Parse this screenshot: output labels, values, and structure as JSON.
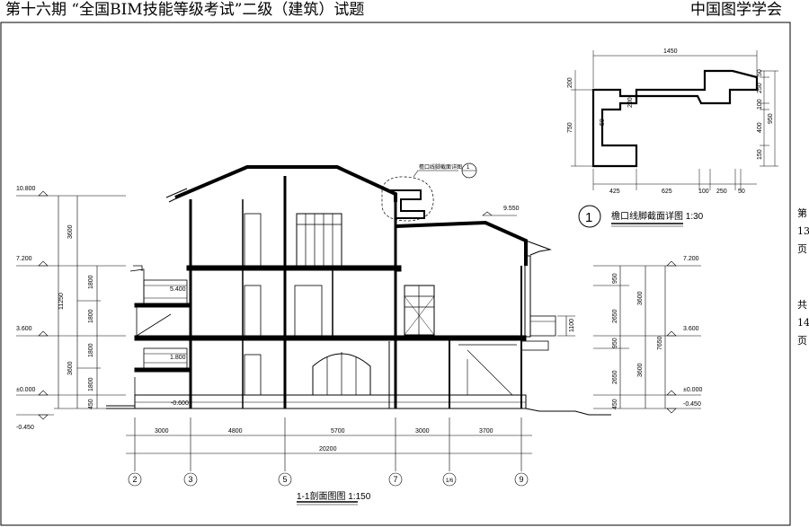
{
  "header": {
    "title": "第十六期 “全国BIM技能等级考试”二级（建筑）试题",
    "org": "中国图学学会"
  },
  "page_side": {
    "current": [
      "第",
      "13",
      "页"
    ],
    "total": [
      "共",
      "14",
      "页"
    ]
  },
  "elevations_left": [
    "10.800",
    "7.200",
    "3.600",
    "±0.000",
    "-0.450"
  ],
  "elevations_right": [
    "7.200",
    "3.600",
    "±0.000",
    "-0.450"
  ],
  "elevation_roof": "9.550",
  "dims_left_outer": [
    "3600",
    "11250",
    "3600"
  ],
  "dims_left_inner": [
    "3600",
    "1800",
    "1800",
    "1800",
    "1800",
    "450"
  ],
  "dims_right_inner": [
    "950",
    "2650",
    "950",
    "2650",
    "450"
  ],
  "dims_right_outer": [
    "3600",
    "3600",
    "7650"
  ],
  "dims_right_misc": [
    "1100"
  ],
  "floor_marks": [
    "5.400",
    "1.800",
    "-0.600"
  ],
  "dims_bottom": [
    "3000",
    "4800",
    "5700",
    "3000",
    "3700"
  ],
  "dims_total": "20200",
  "axes": [
    "2",
    "3",
    "5",
    "7",
    "1/6",
    "9"
  ],
  "section_title": "1-1剖面图图 1:150",
  "detail": {
    "callout": "檐口线脚截面详图",
    "callout_num": "1",
    "title": "檐口线脚截面详图 1:30",
    "num": "1",
    "dim_top": "1450",
    "dims_bottom": [
      "425",
      "625",
      "100",
      "250",
      "50"
    ],
    "dims_left": [
      "200",
      "750"
    ],
    "dims_right": [
      "50",
      "250",
      "100",
      "400",
      "150",
      "950"
    ],
    "dims_inner": [
      "200",
      "50"
    ]
  }
}
